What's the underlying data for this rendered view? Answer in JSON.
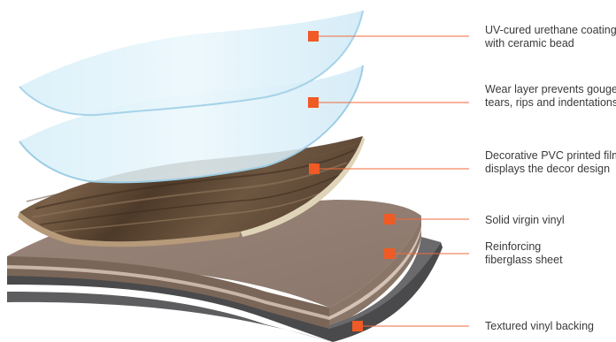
{
  "layers": [
    {
      "id": "uv-coating",
      "lines": [
        "UV-cured urethane coating",
        "with ceramic bead"
      ]
    },
    {
      "id": "wear-layer",
      "lines": [
        "Wear layer prevents gouges",
        "tears, rips and indentations"
      ]
    },
    {
      "id": "decor-film",
      "lines": [
        "Decorative PVC printed film",
        "displays the decor design"
      ]
    },
    {
      "id": "virgin-vinyl",
      "lines": [
        "Solid virgin vinyl"
      ]
    },
    {
      "id": "fiberglass",
      "lines": [
        "Reinforcing",
        "fiberglass sheet"
      ]
    },
    {
      "id": "backing",
      "lines": [
        "Textured vinyl backing"
      ]
    }
  ],
  "colors": {
    "marker": "#f05a24",
    "leader_line": "#f06a3c",
    "label_text": "#3a3a3a"
  }
}
